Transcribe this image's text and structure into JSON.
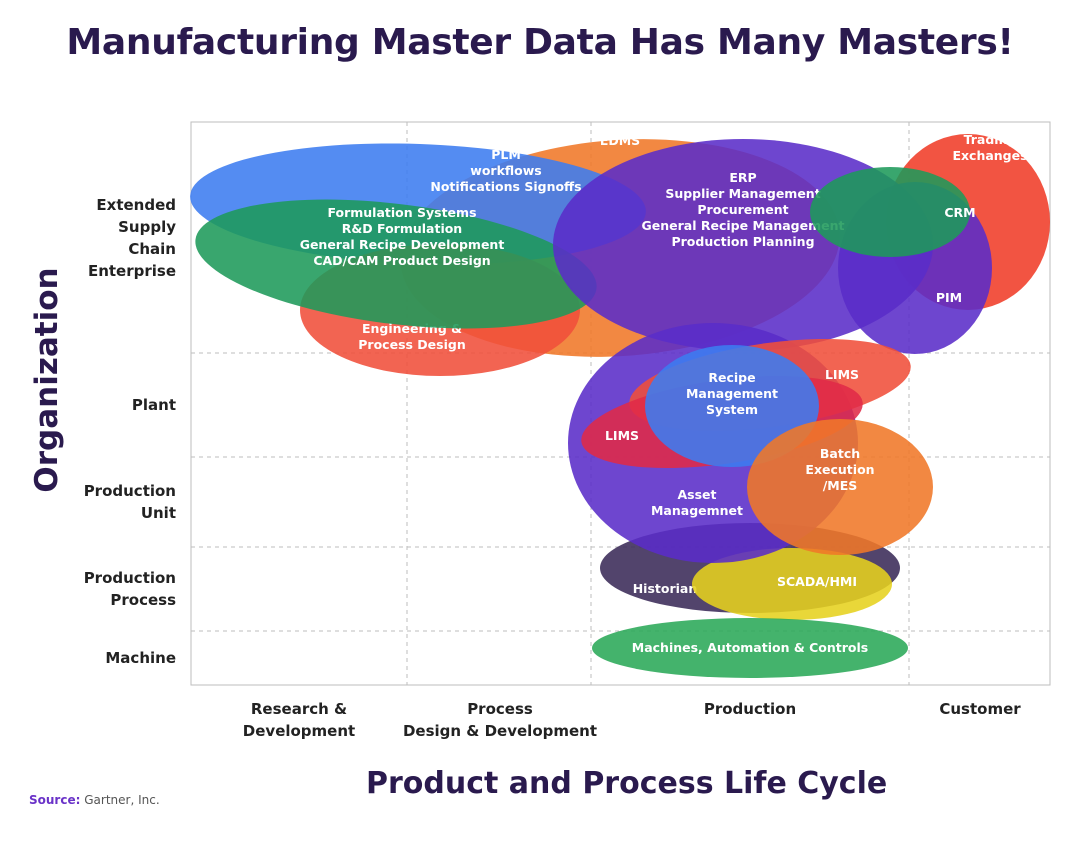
{
  "title": "Manufacturing Master Data Has Many Masters!",
  "y_axis_label": "Organization",
  "x_axis_label": "Product and Process Life Cycle",
  "rows": [
    {
      "label": "Extended\nSupply\nChain\nEnterprise"
    },
    {
      "label": "Plant"
    },
    {
      "label": "Production\nUnit"
    },
    {
      "label": "Production\nProcess"
    },
    {
      "label": "Machine"
    }
  ],
  "columns": [
    {
      "label": "Research &\nDevelopment"
    },
    {
      "label": "Process\nDesign & Development"
    },
    {
      "label": "Production"
    },
    {
      "label": "Customer"
    }
  ],
  "source": {
    "key": "Source:",
    "value": "Gartner, Inc."
  },
  "systems": [
    {
      "id": "trading",
      "lines": [
        "Trading",
        "Exchanges"
      ],
      "color": "#f03c28"
    },
    {
      "id": "edms",
      "lines": [
        "EDMS"
      ],
      "color": "#f07828"
    },
    {
      "id": "plm",
      "lines": [
        "PLM",
        "workflows",
        "Notifications Signoffs"
      ],
      "color": "#3c7cf0"
    },
    {
      "id": "engineering",
      "lines": [
        "Engineering &",
        "Process Design"
      ],
      "color": "#f04e3a"
    },
    {
      "id": "formulation",
      "lines": [
        "Formulation Systems",
        "R&D Formulation",
        "General Recipe Development",
        "CAD/CAM Product Design"
      ],
      "color": "#1e9a5a"
    },
    {
      "id": "pim",
      "lines": [
        "PIM"
      ],
      "color": "#5a2cc8"
    },
    {
      "id": "erp",
      "lines": [
        "ERP",
        "Supplier Management",
        "Procurement",
        "General Recipe Management",
        "Production Planning"
      ],
      "color": "#5a2cc8"
    },
    {
      "id": "crm",
      "lines": [
        "CRM"
      ],
      "color": "#1e9a5a"
    },
    {
      "id": "historian",
      "lines": [
        "Historian"
      ],
      "color": "#3a2a58"
    },
    {
      "id": "scada",
      "lines": [
        "SCADA/HMI"
      ],
      "color": "#e6d21e"
    },
    {
      "id": "asset",
      "lines": [
        "Asset",
        "Managemnet"
      ],
      "color": "#5a2cc8"
    },
    {
      "id": "lims_right",
      "lines": [
        "LIMS"
      ],
      "color": "#f04e3a"
    },
    {
      "id": "lims_left",
      "lines": [
        "LIMS"
      ],
      "color": "#e02a48"
    },
    {
      "id": "recipe",
      "lines": [
        "Recipe",
        "Management",
        "System"
      ],
      "color": "#3c7cf0"
    },
    {
      "id": "batch",
      "lines": [
        "Batch",
        "Execution",
        "/MES"
      ],
      "color": "#f07828"
    },
    {
      "id": "machines",
      "lines": [
        "Machines, Automation & Controls"
      ],
      "color": "#2aa858"
    }
  ]
}
